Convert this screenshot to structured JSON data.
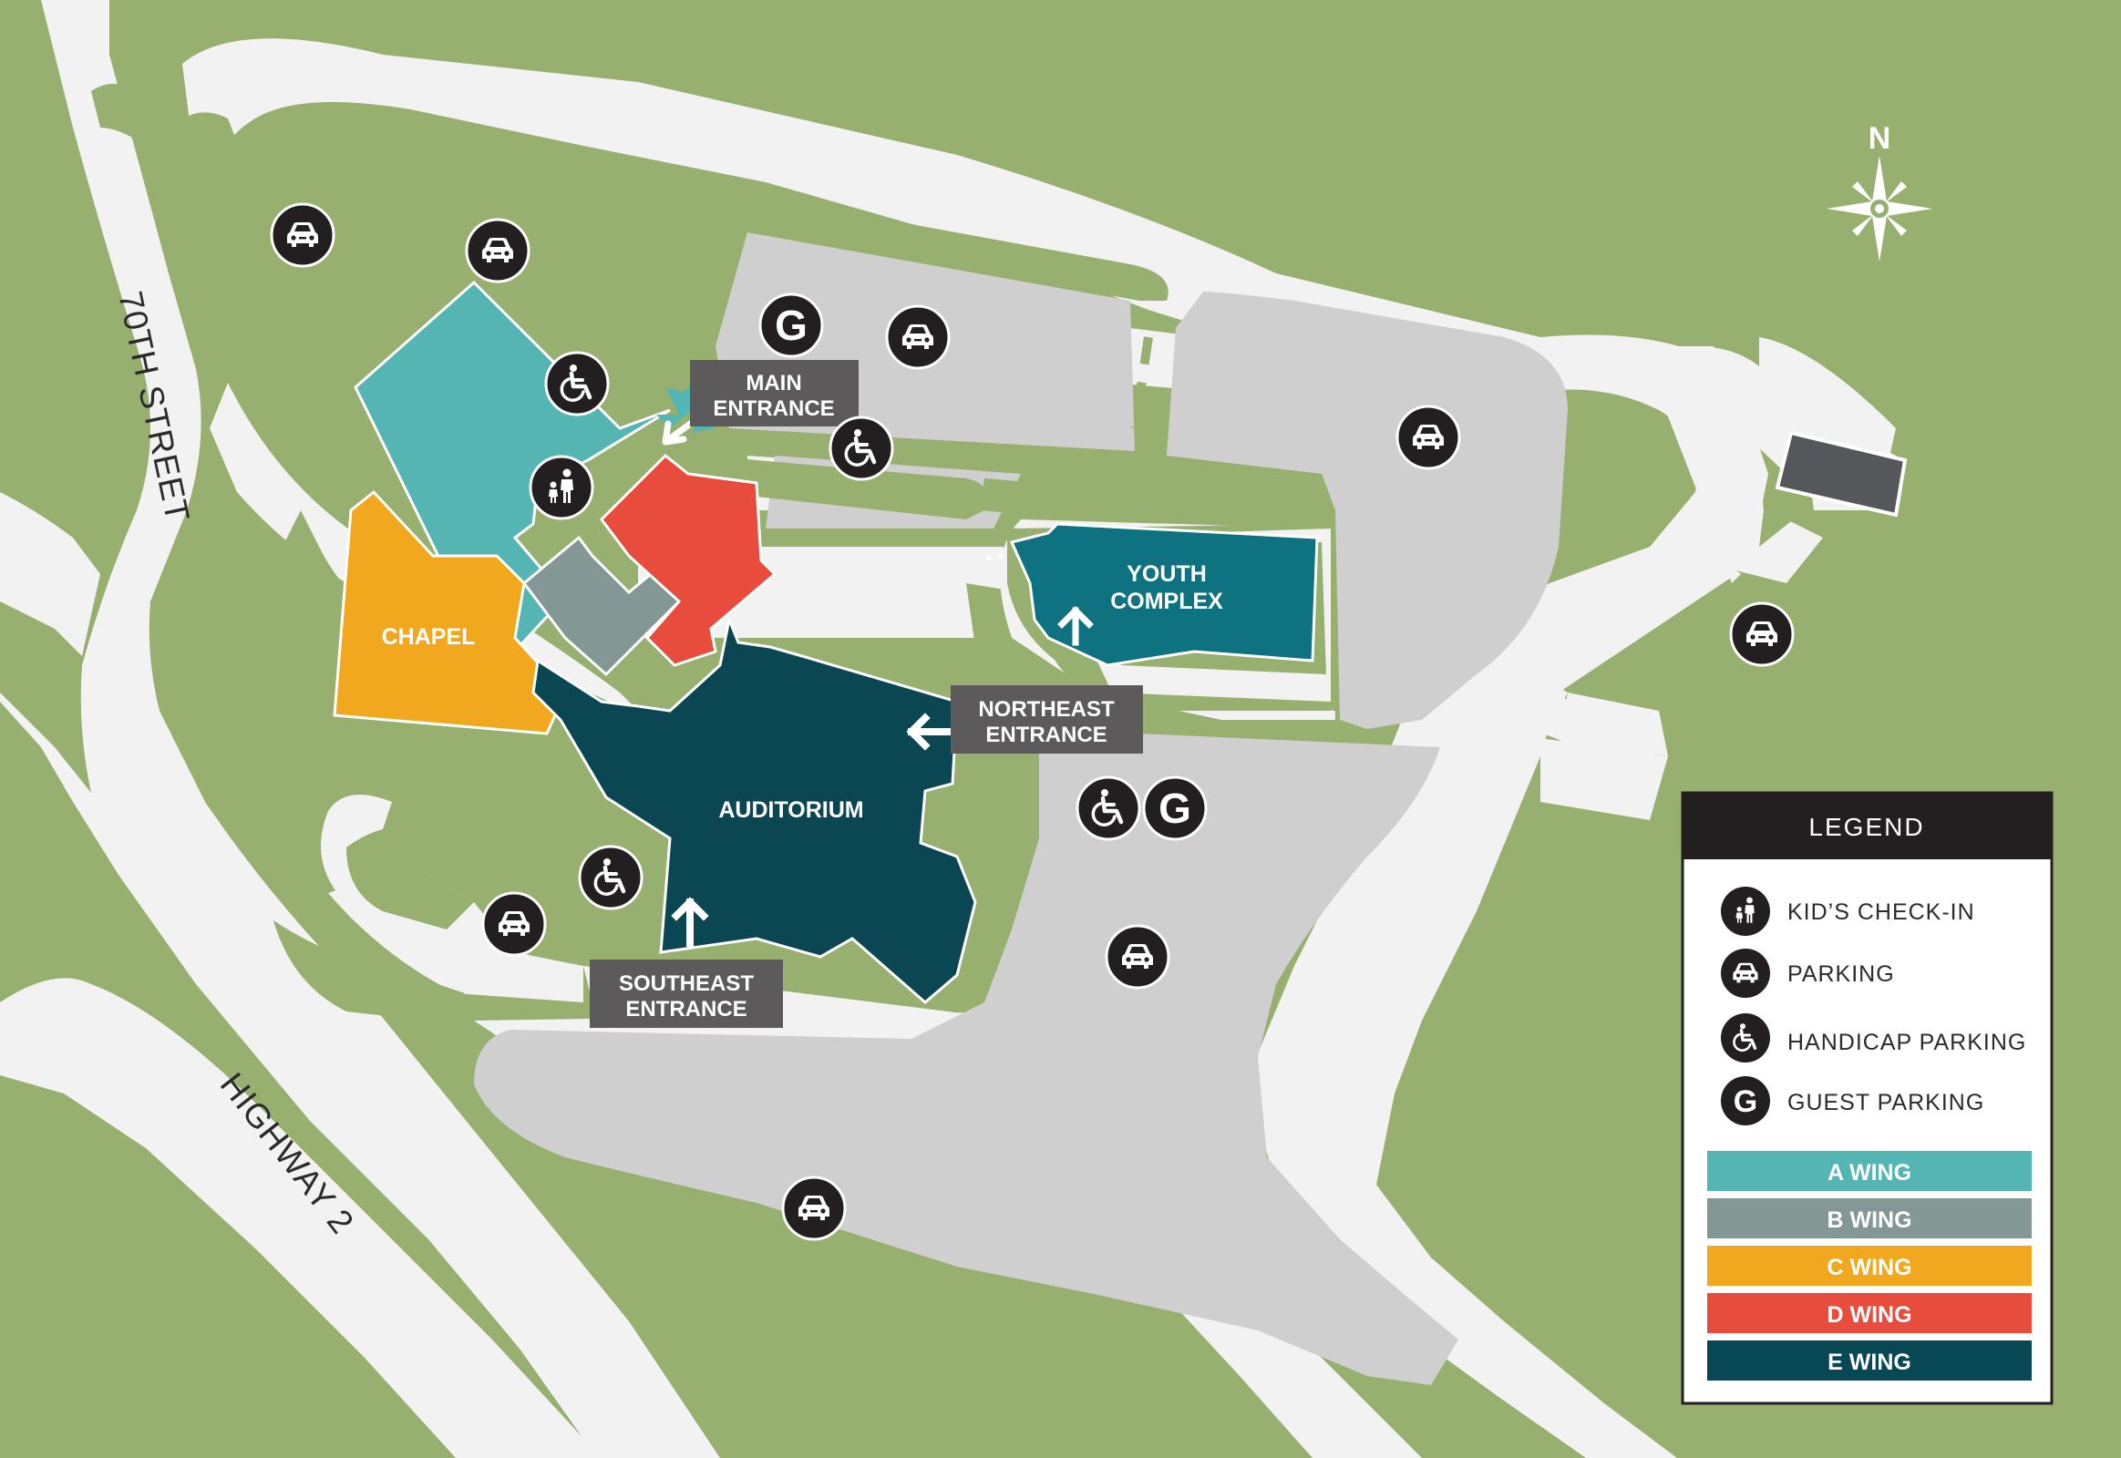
{
  "roads": {
    "street_70th": "70TH STREET",
    "highway_2": "HIGHWAY 2"
  },
  "compass": {
    "north": "N"
  },
  "buildings": {
    "chapel": "CHAPEL",
    "auditorium": "AUDITORIUM",
    "youth_complex": [
      "YOUTH",
      "COMPLEX"
    ]
  },
  "entrances": {
    "main": [
      "MAIN",
      "ENTRANCE"
    ],
    "northeast": [
      "NORTHEAST",
      "ENTRANCE"
    ],
    "southeast": [
      "SOUTHEAST",
      "ENTRANCE"
    ]
  },
  "legend": {
    "title": "LEGEND",
    "items": [
      {
        "icon": "kids-checkin-icon",
        "label": "KID’S CHECK-IN"
      },
      {
        "icon": "car-icon",
        "label": "PARKING"
      },
      {
        "icon": "wheelchair-icon",
        "label": "HANDICAP PARKING"
      },
      {
        "icon": "guest-g-icon",
        "label": "GUEST PARKING",
        "glyph": "G"
      }
    ],
    "wings": [
      {
        "label": "A WING",
        "color": "#55b5b3"
      },
      {
        "label": "B WING",
        "color": "#839795"
      },
      {
        "label": "C WING",
        "color": "#f2a81e"
      },
      {
        "label": "D WING",
        "color": "#e74c3c"
      },
      {
        "label": "E WING",
        "color": "#084754"
      }
    ]
  },
  "markers": {
    "guest_glyph": "G"
  },
  "colors": {
    "grass": "#98b06f",
    "road": "#f2f2f2",
    "parking_lot": "#cfcfcf",
    "label_box": "#5d5a5b",
    "icon_circle": "#231f20",
    "youth_complex": "#0e7280"
  }
}
